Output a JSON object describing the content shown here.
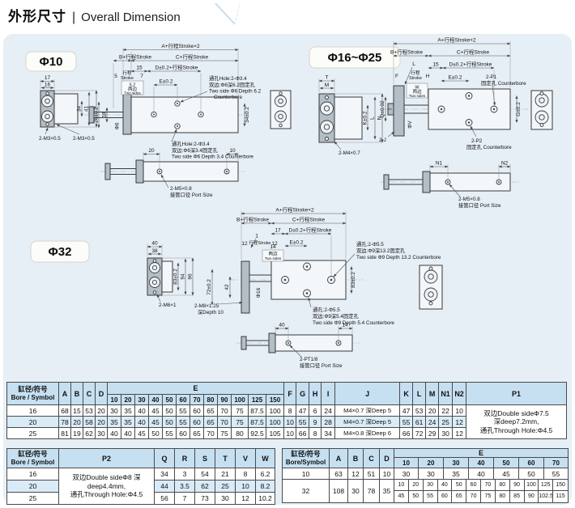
{
  "header": {
    "title_zh": "外形尺寸",
    "divider": "|",
    "title_en": "Overall Dimension"
  },
  "d10": {
    "badge": "Φ10",
    "dim_a": "A+行程Stroke×2",
    "dim_b": "B+行程Stroke",
    "dim_c": "C+行程Stroke",
    "stroke_zh": "行程",
    "stroke_en": "Stroke",
    "s5": "5",
    "s7": "7",
    "n15": "15",
    "dim_d": "D±0.2+行程Stroke",
    "dim_e": "E±0.2",
    "n52": "5.2",
    "both_zh": "两边",
    "both_en": "Two sides",
    "n17": "17",
    "n16": "16",
    "n34": "34",
    "n41": "41",
    "n42": "42",
    "m3_left": "2-M3×0.5",
    "m3_right": "2-M3×0.5",
    "v26": "26±0.2",
    "v18": "18",
    "v34": "34±0.2",
    "rod": "Φ6",
    "ct1": "通孔Hole:2-Φ3.4",
    "ct2": "双边:Φ6深6.2固定孔",
    "ct3": "Two side Φ6 Depth 6.2",
    "ct4": "Counterbore",
    "cb1": "通孔Hole:2-Φ3.4",
    "cb2": "双边:Φ6深3.4固定孔",
    "cb3": "Two side Φ6 Depth 3.4 Counterbore",
    "n20": "20",
    "n10": "10",
    "port1": "2-M5×0.8",
    "port2": "接管口径 Port Size"
  },
  "d16": {
    "badge": "Φ16~Φ25",
    "dim_a": "A+行程Stroke×2",
    "dim_b": "B+行程Stroke",
    "dim_c": "C+行程Stroke",
    "l": "L",
    "f": "F",
    "h": "H",
    "stroke_zh": "行程",
    "stroke_en": "Stroke",
    "n15": "15",
    "dim_d": "D±0.2+行程Stroke",
    "dim_e": "E±0.2",
    "w": "W",
    "both_zh": "两边",
    "both_en": "Two sides",
    "t": "T",
    "m": "M",
    "k": "K±0.2",
    "lv": "L",
    "n": "N",
    "m4": "2-M4×0.7",
    "q": "Q±0.02",
    "i": "I",
    "phiv": "ΦV",
    "g": "G±0.2",
    "j": "2-J",
    "p1": "2-P1",
    "p1b": "固定孔 Counterbore",
    "p2": "2-P2",
    "p2b": "固定孔 Counterbore",
    "n1": "N1",
    "n2": "N2",
    "port1": "2-M5×0.8",
    "port2": "接管口径 Port Size"
  },
  "d32": {
    "badge": "Φ32",
    "dim_a": "A+行程Stroke×2",
    "dim_b": "B+行程Stroke",
    "dim_c": "C+行程Stroke",
    "n17": "17",
    "dim_d": "D±0.2+行程Stroke",
    "s12a": "12",
    "s12b": "12",
    "stroke": "行程Stroke",
    "one": "1",
    "n14": "14",
    "both_zh": "两边",
    "both_en": "Two sides",
    "dim_e": "E±0.2",
    "n40": "40",
    "n38": "38",
    "v83": "83±0.2",
    "v94": "94",
    "v96": "96",
    "m6": "2-M6×1",
    "m8": "2-M8×1.25",
    "m8d": "深Depth 10",
    "v72": "72±0.2",
    "v42": "42",
    "v83r": "83±0.2",
    "rod": "Φ16",
    "ct1": "通孔:2-Φ5.5",
    "ct2": "双边:Φ9深13.2固定孔",
    "ct3": "Two side Φ9 Depth 13.2 Counterbore",
    "cb1": "通孔:2-Φ5.5",
    "cb2": "双边:Φ9深5.4固定孔",
    "cb3": "Two side Φ9 Depth 5.4 Counterbore",
    "b40": "40",
    "b14": "14",
    "port1": "2-PT1/8",
    "port2": "接管口径 Port Size"
  },
  "tables": {
    "t1": {
      "bore_zh": "缸径/符号",
      "bore_en": "Bore / Symbol",
      "cA": "A",
      "cB": "B",
      "cC": "C",
      "cD": "D",
      "cE": "E",
      "e_subs": [
        "10",
        "20",
        "30",
        "40",
        "50",
        "60",
        "70",
        "80",
        "90",
        "100",
        "125",
        "150"
      ],
      "cF": "F",
      "cG": "G",
      "cH": "H",
      "cI": "I",
      "cJ": "J",
      "cK": "K",
      "cL": "L",
      "cM": "M",
      "cN1": "N1",
      "cN2": "N2",
      "cP1": "P1",
      "rows": [
        {
          "bore": "16",
          "vals": [
            "68",
            "15",
            "53",
            "20",
            "30",
            "35",
            "40",
            "45",
            "50",
            "55",
            "60",
            "65",
            "70",
            "75",
            "87.5",
            "100",
            "8",
            "47",
            "6",
            "24",
            "M4×0.7 深Deep 5",
            "47",
            "53",
            "20",
            "22",
            "10"
          ]
        },
        {
          "bore": "20",
          "vals": [
            "78",
            "20",
            "58",
            "20",
            "35",
            "35",
            "40",
            "45",
            "50",
            "55",
            "60",
            "65",
            "70",
            "75",
            "87.5",
            "100",
            "10",
            "55",
            "9",
            "28",
            "M4×0.7 深Deep 5",
            "55",
            "61",
            "24",
            "25",
            "12"
          ]
        },
        {
          "bore": "25",
          "vals": [
            "81",
            "19",
            "62",
            "30",
            "40",
            "40",
            "45",
            "50",
            "55",
            "60",
            "65",
            "70",
            "75",
            "80",
            "92.5",
            "105",
            "10",
            "66",
            "8",
            "34",
            "M4×0.8 深Deep 6",
            "66",
            "72",
            "29",
            "30",
            "12"
          ]
        }
      ],
      "p1_l1": "双边Double sideΦ7.5",
      "p1_l2": "深deep7.2mm,",
      "p1_l3": "通孔Through Hole:Φ4.5"
    },
    "t2": {
      "bore_zh": "缸径/符号",
      "bore_en": "Bore / Symbol",
      "cP2": "P2",
      "cols": [
        "Q",
        "R",
        "S",
        "T",
        "V",
        "W"
      ],
      "rows": [
        {
          "bore": "16",
          "vals": [
            "34",
            "3",
            "54",
            "21",
            "8",
            "6.2"
          ]
        },
        {
          "bore": "20",
          "vals": [
            "44",
            "3.5",
            "62",
            "25",
            "10",
            "8.2"
          ]
        },
        {
          "bore": "25",
          "vals": [
            "56",
            "7",
            "73",
            "30",
            "12",
            "10.2"
          ]
        }
      ],
      "p2_l1": "双边Double sideΦ8 深",
      "p2_l2": "deep4.4mm,",
      "p2_l3": "通孔Through Hole:Φ4.5"
    },
    "t3": {
      "bore_zh": "缸径/符号",
      "bore_en": "Bore/Symbol",
      "cA": "A",
      "cB": "B",
      "cC": "C",
      "cD": "D",
      "cE": "E",
      "e_subs": [
        "10",
        "20",
        "30",
        "40",
        "50",
        "60",
        "70"
      ],
      "r10": {
        "bore": "10",
        "a": "63",
        "b": "12",
        "c": "51",
        "d": "10",
        "evals": [
          "30",
          "30",
          "35",
          "40",
          "45",
          "50",
          "55"
        ]
      },
      "r32": {
        "bore": "32",
        "a": "108",
        "b": "30",
        "c": "78",
        "d": "35",
        "strokes": [
          "10",
          "20",
          "30",
          "40",
          "50",
          "60",
          "70",
          "80",
          "90",
          "100",
          "125",
          "150"
        ],
        "evals": [
          "45",
          "50",
          "55",
          "60",
          "65",
          "70",
          "75",
          "80",
          "85",
          "90",
          "102.5",
          "115"
        ]
      }
    }
  }
}
